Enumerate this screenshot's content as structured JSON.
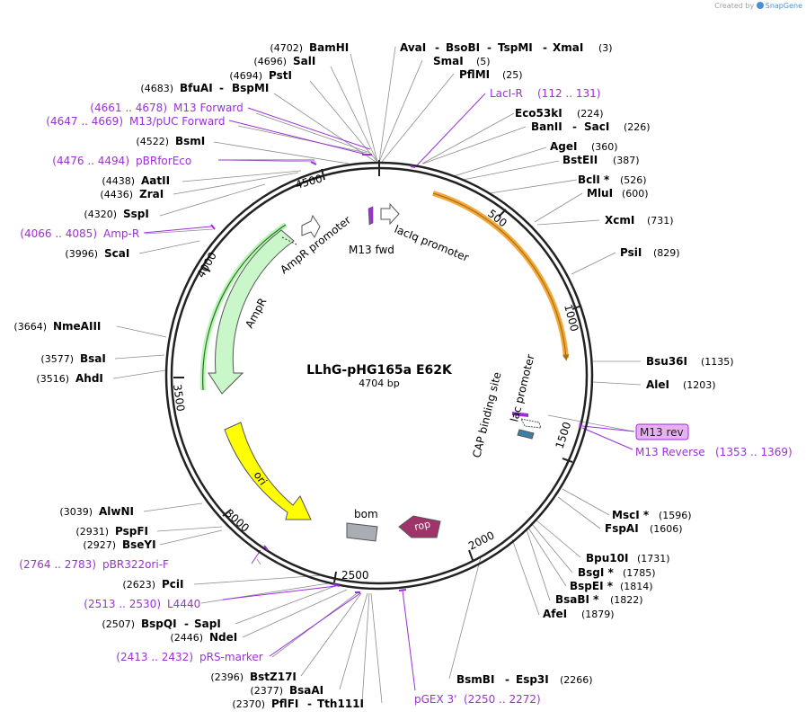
{
  "credit": {
    "prefix": "Created by",
    "brand": "SnapGene"
  },
  "plasmid": {
    "name": "LLhG-pHG165a E62K",
    "size": "4704 bp"
  },
  "ticks": [
    "500",
    "1000",
    "1500",
    "2000",
    "2500",
    "3000",
    "3500",
    "4000",
    "4500"
  ],
  "features": {
    "m13fwd": "M13 fwd",
    "laciq": "lacIq promoter",
    "ampr_promoter": "AmpR promoter",
    "ampr": "AmpR",
    "ori": "ori",
    "bom": "bom",
    "rop": "rop",
    "cap": "CAP binding site",
    "lac": "lac promoter"
  },
  "labels": {
    "bamhi": {
      "pos": "(4702)",
      "name": "BamHI"
    },
    "sali": {
      "pos": "(4696)",
      "name": "SalI"
    },
    "psti": {
      "pos": "(4694)",
      "name": "PstI"
    },
    "bfuai": {
      "pos": "(4683)",
      "name": "BfuAI",
      "name2": "BspMI"
    },
    "m13f": {
      "pos": "(4661 .. 4678)",
      "name": "M13 Forward"
    },
    "m13puc": {
      "pos": "(4647 .. 4669)",
      "name": "M13/pUC Forward"
    },
    "bsmi": {
      "pos": "(4522)",
      "name": "BsmI"
    },
    "pbrfor": {
      "pos": "(4476 .. 4494)",
      "name": "pBRforEco"
    },
    "aatii": {
      "pos": "(4438)",
      "name": "AatII"
    },
    "zrai": {
      "pos": "(4436)",
      "name": "ZraI"
    },
    "sspi": {
      "pos": "(4320)",
      "name": "SspI"
    },
    "ampR_p": {
      "pos": "(4066 .. 4085)",
      "name": "Amp-R"
    },
    "scai": {
      "pos": "(3996)",
      "name": "ScaI"
    },
    "nmea": {
      "pos": "(3664)",
      "name": "NmeAIII"
    },
    "bsai": {
      "pos": "(3577)",
      "name": "BsaI"
    },
    "ahdi": {
      "pos": "(3516)",
      "name": "AhdI"
    },
    "alwni": {
      "pos": "(3039)",
      "name": "AlwNI"
    },
    "pspfi": {
      "pos": "(2931)",
      "name": "PspFI"
    },
    "bseyi": {
      "pos": "(2927)",
      "name": "BseYI"
    },
    "pbr322": {
      "pos": "(2764 .. 2783)",
      "name": "pBR322ori-F"
    },
    "pcii": {
      "pos": "(2623)",
      "name": "PciI"
    },
    "l4440": {
      "pos": "(2513 .. 2530)",
      "name": "L4440"
    },
    "bspqi": {
      "pos": "(2507)",
      "name": "BspQI",
      "name2": "SapI"
    },
    "ndei": {
      "pos": "(2446)",
      "name": "NdeI"
    },
    "prs": {
      "pos": "(2413 .. 2432)",
      "name": "pRS-marker"
    },
    "bstz": {
      "pos": "(2396)",
      "name": "BstZ17I"
    },
    "bsaai": {
      "pos": "(2377)",
      "name": "BsaAI"
    },
    "pflfi": {
      "pos": "(2370)",
      "name": "PflFI",
      "name2": "Tth111I"
    },
    "avai": {
      "name": "AvaI",
      "name2": "BsoBI",
      "name3": "TspMI",
      "name4": "XmaI",
      "pos": "(3)"
    },
    "smai": {
      "name": "SmaI",
      "pos": "(5)"
    },
    "pflmi": {
      "name": "PflMI",
      "pos": "(25)"
    },
    "lacir": {
      "name": "LacI-R",
      "pos": "(112 .. 131)"
    },
    "eco53": {
      "name": "Eco53kI",
      "pos": "(224)"
    },
    "banii": {
      "name": "BanII",
      "name2": "SacI",
      "pos": "(226)"
    },
    "agei": {
      "name": "AgeI",
      "pos": "(360)"
    },
    "bsteii": {
      "name": "BstEII",
      "pos": "(387)"
    },
    "bcli": {
      "name": "BclI *",
      "pos": "(526)"
    },
    "mlui": {
      "name": "MluI",
      "pos": "(600)"
    },
    "xcmi": {
      "name": "XcmI",
      "pos": "(731)"
    },
    "psii": {
      "name": "PsiI",
      "pos": "(829)"
    },
    "bsu36": {
      "name": "Bsu36I",
      "pos": "(1135)"
    },
    "alei": {
      "name": "AleI",
      "pos": "(1203)"
    },
    "m13rev": {
      "name": "M13 rev"
    },
    "m13r": {
      "name": "M13 Reverse",
      "pos": "(1353 .. 1369)"
    },
    "msci": {
      "name": "MscI *",
      "pos": "(1596)"
    },
    "fspai": {
      "name": "FspAI",
      "pos": "(1606)"
    },
    "bpu10": {
      "name": "Bpu10I",
      "pos": "(1731)"
    },
    "bsgi": {
      "name": "BsgI *",
      "pos": "(1785)"
    },
    "bspei": {
      "name": "BspEI *",
      "pos": "(1814)"
    },
    "bsabi": {
      "name": "BsaBI *",
      "pos": "(1822)"
    },
    "afei": {
      "name": "AfeI",
      "pos": "(1879)"
    },
    "bsmbi": {
      "name": "BsmBI",
      "name2": "Esp3I",
      "pos": "(2266)"
    },
    "pgex": {
      "name": "pGEX 3'",
      "pos": "(2250 .. 2272)"
    }
  },
  "colors": {
    "backbone": "#222222",
    "primer": "#9b30d9",
    "laci_orange": "#f3a83a",
    "ampr_green": "#b8f5b8",
    "ori_yellow": "#ffff00",
    "rop_purple": "#a0336a",
    "bom_gray": "#a9aeb4",
    "lac_blue": "#3b7fa6",
    "m13rev_fill": "#e7b0f0"
  }
}
